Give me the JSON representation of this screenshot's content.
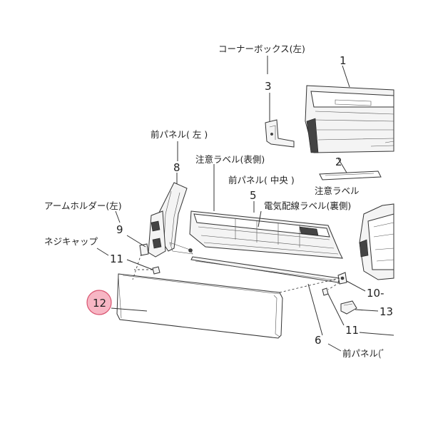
{
  "labels": {
    "corner_box_left": "コーナーボックス(左)",
    "front_panel_left": "前パネル( 左 )",
    "caution_label_front": "注意ラベル(表側)",
    "front_panel_center": "前パネル( 中央 )",
    "caution_label": "注意ラベル",
    "wiring_label_back": "電気配線ラベル(裏側)",
    "arm_holder_left": "アームホルダー(左)",
    "screw_cap": "ネジキャップ",
    "front_panel_right_partial": "前パネル(ﾞ"
  },
  "numbers": {
    "n1": "1",
    "n2": "2",
    "n3": "3",
    "n5": "5",
    "n6": "6",
    "n8": "8",
    "n9": "9",
    "n10": "10-",
    "n11_left": "11",
    "n11_right": "11",
    "n12": "12",
    "n13": "13"
  },
  "colors": {
    "highlight_fill": "#f7b6c4",
    "highlight_stroke": "#d9536f",
    "line": "#333333"
  }
}
